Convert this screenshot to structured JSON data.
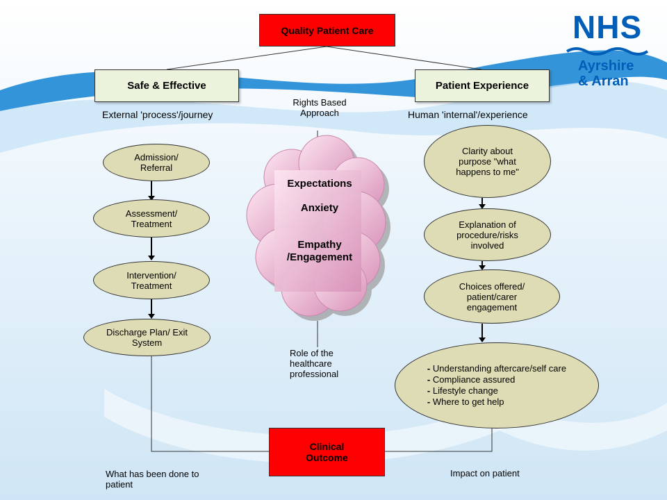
{
  "logo": {
    "nhs": "NHS",
    "region_line1": "Ayrshire",
    "region_line2": "& Arran"
  },
  "top_box": "Quality Patient Care",
  "left_box": "Safe & Effective",
  "right_box": "Patient Experience",
  "left_caption": "External 'process'/journey",
  "right_caption": "Human 'internal'/experience",
  "left_steps": [
    "Admission/ Referral",
    "Assessment/ Treatment",
    "Intervention/ Treatment",
    "Discharge Plan/ Exit System"
  ],
  "right_steps": [
    "Clarity about purpose \"what happens to me\"",
    "Explanation of procedure/risks involved",
    "Choices offered/ patient/carer engagement"
  ],
  "right_final_items": [
    "Understanding aftercare/self care",
    "Compliance assured",
    "Lifestyle change",
    "Where to get help"
  ],
  "center_top_label": "Rights Based Approach",
  "cloud": {
    "line1": "Expectations",
    "line2": "Anxiety",
    "line3": "Empathy /Engagement"
  },
  "center_bottom_label": "Role of the healthcare professional",
  "bottom_box": "Clinical Outcome",
  "bottom_left_caption": "What has been done to patient",
  "bottom_right_caption": "Impact on patient",
  "colors": {
    "red_box": "#ff0000",
    "green_box": "#ebf3dc",
    "ellipse": "#dedcb4",
    "cloud_pink": "#f4c3db",
    "nhs_blue": "#005eb8"
  }
}
